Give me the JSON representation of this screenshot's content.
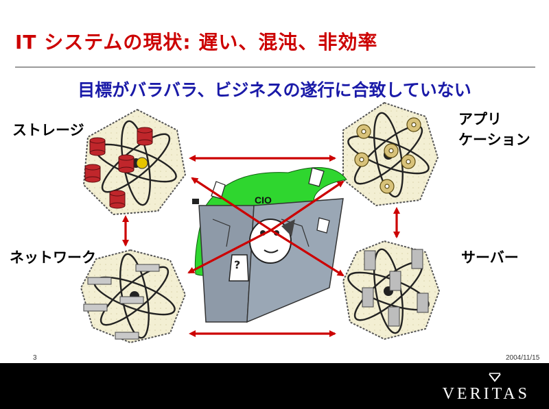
{
  "slide": {
    "title": "IT システムの現状: 遅い、混沌、非効率",
    "subtitle": "目標がバラバラ、ビジネスの遂行に合致していない",
    "labels": {
      "storage": "ストレージ",
      "application_line1": "アプリ",
      "application_line2": "ケーション",
      "network": "ネットワーク",
      "server": "サーバー",
      "cio": "CIO"
    },
    "page_number": "3",
    "date": "2004/11/15"
  },
  "footer": {
    "brand": "VERITAS"
  },
  "colors": {
    "title": "#cc0000",
    "subtitle": "#1a1aa8",
    "arrow": "#cc0000",
    "hexagon_fill": "#f4f1d8",
    "footer_bg": "#000000",
    "green_blob": "#2fd62f"
  },
  "icons": {
    "storage": "database-cylinder-icon",
    "application": "cd-disc-icon",
    "network": "network-switch-icon",
    "server": "server-tower-icon"
  }
}
